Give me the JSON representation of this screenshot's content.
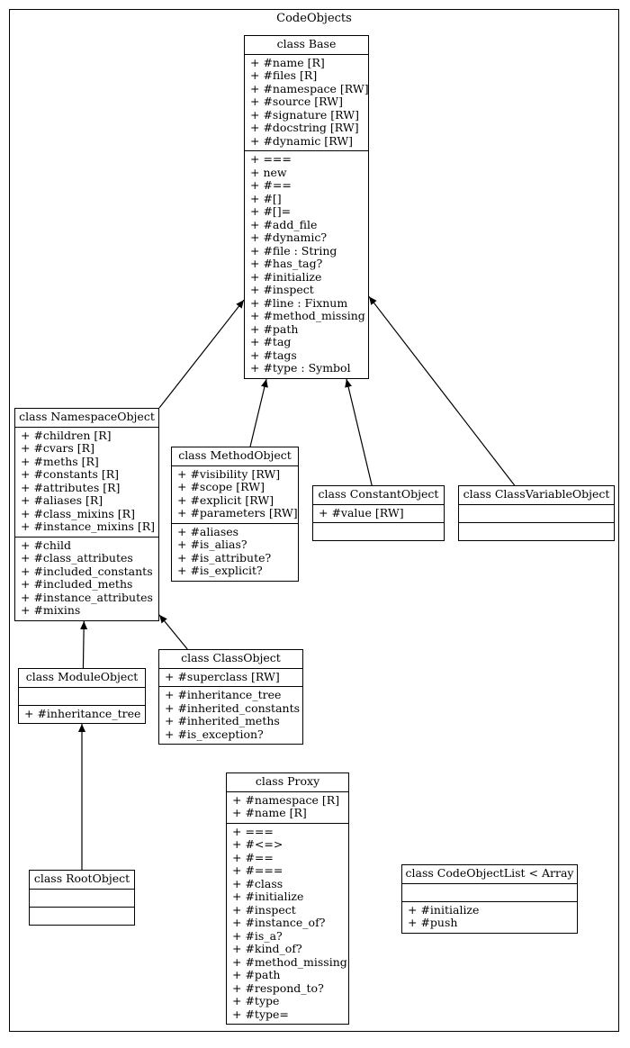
{
  "diagram_title": "CodeObjects",
  "classes": {
    "base": {
      "name": "class Base",
      "attributes": [
        "+ #name [R]",
        "+ #files [R]",
        "+ #namespace [RW]",
        "+ #source [RW]",
        "+ #signature [RW]",
        "+ #docstring [RW]",
        "+ #dynamic [RW]"
      ],
      "methods": [
        "+ ===",
        "+ new",
        "+ #==",
        "+ #[]",
        "+ #[]=",
        "+ #add_file",
        "+ #dynamic?",
        "+ #file : String",
        "+ #has_tag?",
        "+ #initialize",
        "+ #inspect",
        "+ #line : Fixnum",
        "+ #method_missing",
        "+ #path",
        "+ #tag",
        "+ #tags",
        "+ #type : Symbol"
      ]
    },
    "namespace_object": {
      "name": "class NamespaceObject",
      "attributes": [
        "+ #children [R]",
        "+ #cvars [R]",
        "+ #meths [R]",
        "+ #constants [R]",
        "+ #attributes [R]",
        "+ #aliases [R]",
        "+ #class_mixins [R]",
        "+ #instance_mixins [R]"
      ],
      "methods": [
        "+ #child",
        "+ #class_attributes",
        "+ #included_constants",
        "+ #included_meths",
        "+ #instance_attributes",
        "+ #mixins"
      ]
    },
    "method_object": {
      "name": "class MethodObject",
      "attributes": [
        "+ #visibility [RW]",
        "+ #scope [RW]",
        "+ #explicit [RW]",
        "+ #parameters [RW]"
      ],
      "methods": [
        "+ #aliases",
        "+ #is_alias?",
        "+ #is_attribute?",
        "+ #is_explicit?"
      ]
    },
    "constant_object": {
      "name": "class ConstantObject",
      "attributes": [
        "+ #value [RW]"
      ],
      "methods": []
    },
    "class_variable_object": {
      "name": "class ClassVariableObject",
      "attributes": [],
      "methods": []
    },
    "module_object": {
      "name": "class ModuleObject",
      "attributes": [],
      "methods": [
        "+ #inheritance_tree"
      ]
    },
    "class_object": {
      "name": "class ClassObject",
      "attributes": [
        "+ #superclass [RW]"
      ],
      "methods": [
        "+ #inheritance_tree",
        "+ #inherited_constants",
        "+ #inherited_meths",
        "+ #is_exception?"
      ]
    },
    "proxy": {
      "name": "class Proxy",
      "attributes": [
        "+ #namespace [R]",
        "+ #name [R]"
      ],
      "methods": [
        "+ ===",
        "+ #<=>",
        "+ #==",
        "+ #===",
        "+ #class",
        "+ #initialize",
        "+ #inspect",
        "+ #instance_of?",
        "+ #is_a?",
        "+ #kind_of?",
        "+ #method_missing",
        "+ #path",
        "+ #respond_to?",
        "+ #type",
        "+ #type="
      ]
    },
    "root_object": {
      "name": "class RootObject",
      "attributes": [],
      "methods": []
    },
    "code_object_list": {
      "name": "class CodeObjectList < Array",
      "attributes": [],
      "methods": [
        "+ #initialize",
        "+ #push"
      ]
    }
  },
  "inheritance": [
    {
      "from": "namespace_object",
      "to": "base"
    },
    {
      "from": "method_object",
      "to": "base"
    },
    {
      "from": "constant_object",
      "to": "base"
    },
    {
      "from": "class_variable_object",
      "to": "base"
    },
    {
      "from": "module_object",
      "to": "namespace_object"
    },
    {
      "from": "class_object",
      "to": "namespace_object"
    },
    {
      "from": "root_object",
      "to": "module_object"
    }
  ]
}
